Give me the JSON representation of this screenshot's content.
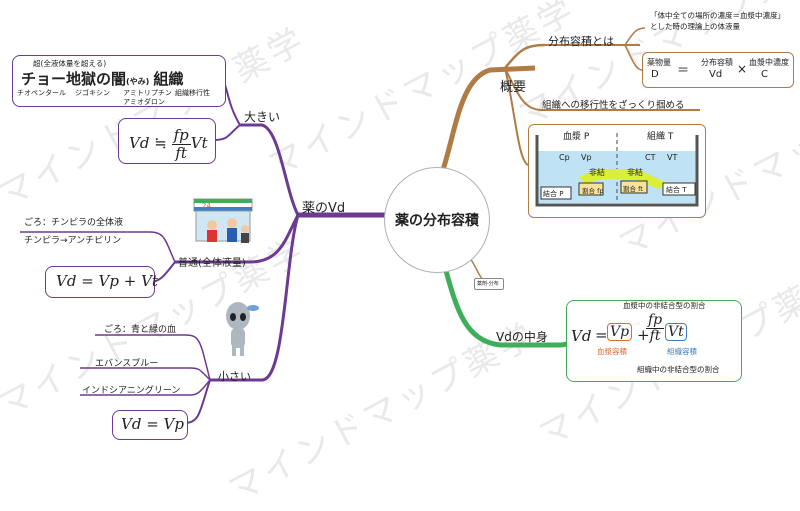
{
  "watermark": "マインドマップ薬学",
  "center": "薬の分布容積",
  "left": {
    "main_label": "薬のVd",
    "large": {
      "label": "大きい",
      "superscript": "超(全液体量を超える)",
      "title": "チョー地獄の闇",
      "title_ruby": "(やみ)",
      "title_suffix": "組織",
      "drugs_1": "チオペンタール",
      "drugs_2": "ジゴキシン",
      "drugs_3": "アミトリプチン",
      "drugs_4": "アミオダロン",
      "drugs_5": "組織移行性",
      "formula_lhs": "Vd",
      "formula_op": "≒",
      "formula_num": "fp",
      "formula_den": "ft",
      "formula_tail": "Vt"
    },
    "normal": {
      "label": "普通(全体液量)",
      "note_1": "ごろ：チンピラの全体液",
      "note_2": "チンピラ→アンチピリン",
      "formula": "Vd = Vp + Vt",
      "store_sign": "24"
    },
    "small": {
      "label": "小さい",
      "note": "ごろ：青と緑の血",
      "item_1": "エバンスブルー",
      "item_2": "インドシアニングリーン",
      "formula": "Vd = Vp"
    }
  },
  "right": {
    "overview": {
      "label": "概要",
      "def_label": "分布容積とは",
      "def_note_1": "「体中全ての場所の濃度＝血漿中濃度」",
      "def_note_2": "とした時の理論上の体液量",
      "eq_amount": "薬物量",
      "eq_D": "D",
      "eq_equal": "＝",
      "eq_vd_label": "分布容積",
      "eq_vd": "Vd",
      "eq_times": "×",
      "eq_c_label": "血漿中濃度",
      "eq_c": "C",
      "transfer_label": "組織への移行性をざっくり掴める",
      "plasma_title": "血漿 P",
      "tissue_title": "組織 T",
      "cp": "Cp",
      "vp": "Vp",
      "ct": "CT",
      "vt": "VT",
      "unbound_1": "非結",
      "unbound_2": "非結",
      "bound_p": "結合 P",
      "bound_t": "結合 T",
      "bound_fp": "割合 fp",
      "bound_ft": "割合 ft"
    },
    "sub_label": "薬剤-分布",
    "contents": {
      "label": "Vdの中身",
      "top_note": "血漿中の非結合型の割合",
      "vd": "Vd",
      "eq": "=",
      "vp": "Vp",
      "plus": "+",
      "num": "fp",
      "den": "ft",
      "vt": "Vt",
      "plasma_vol": "血漿容積",
      "tissue_vol": "組織容積",
      "bottom_note": "組織中の非結合型の割合"
    }
  },
  "colors": {
    "brown": "#b07c45",
    "purple": "#6c3a92",
    "green": "#3fae5a",
    "orange": "#e06a2a",
    "blue": "#3f7fc3",
    "water": "#bfe2f4"
  }
}
